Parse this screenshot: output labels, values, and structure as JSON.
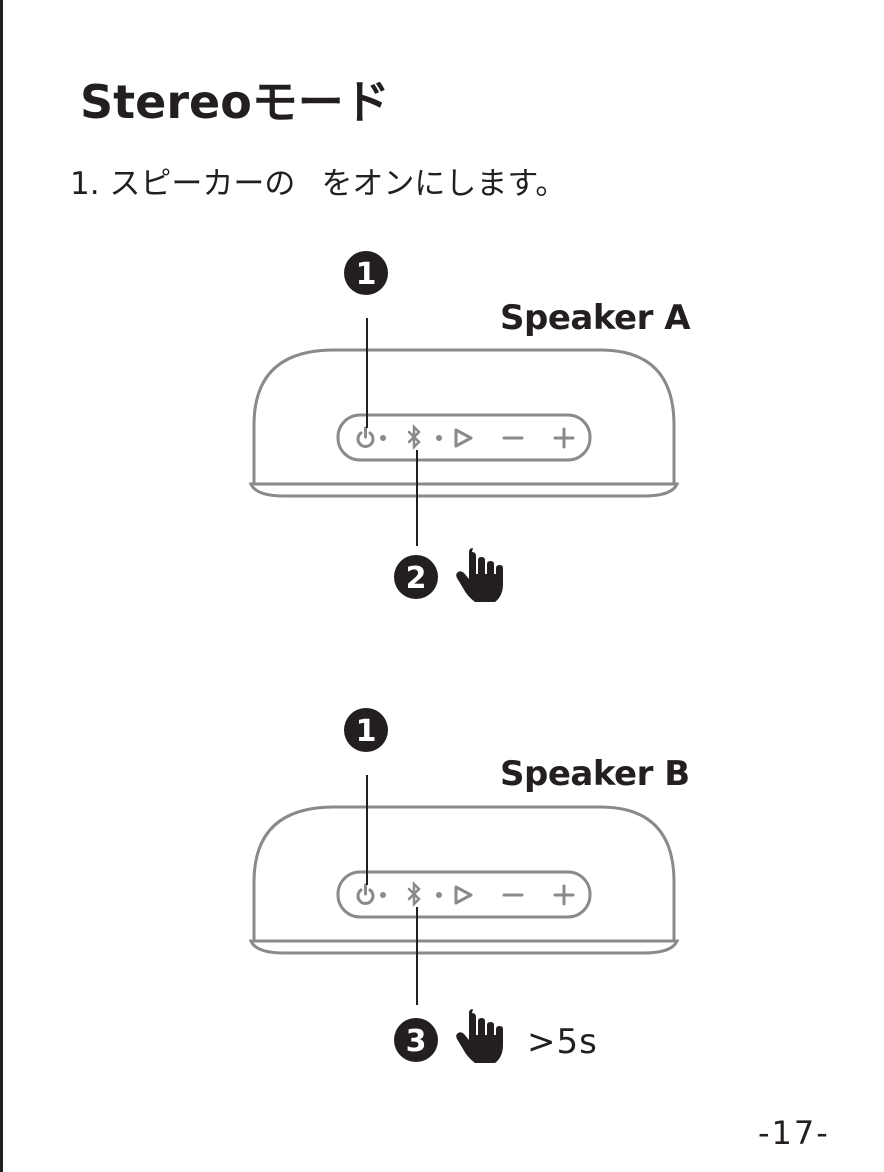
{
  "page": {
    "title": "Stereoモード",
    "step_text_before": "1. スピーカーの",
    "step_text_after": "をオンにします。",
    "page_number": "-17-"
  },
  "speaker_a": {
    "label": "Speaker A",
    "callout_top": "1",
    "callout_bottom": "2"
  },
  "speaker_b": {
    "label": "Speaker B",
    "callout_top": "1",
    "callout_bottom": "3",
    "hold_duration": ">5s"
  },
  "icons": {
    "control_panel": [
      "power-icon",
      "bluetooth-icon",
      "play-icon",
      "minus-icon",
      "plus-icon"
    ],
    "press": "hand-press-icon"
  },
  "colors": {
    "ink": "#231f20",
    "speaker_outline": "#8a8a8a"
  }
}
